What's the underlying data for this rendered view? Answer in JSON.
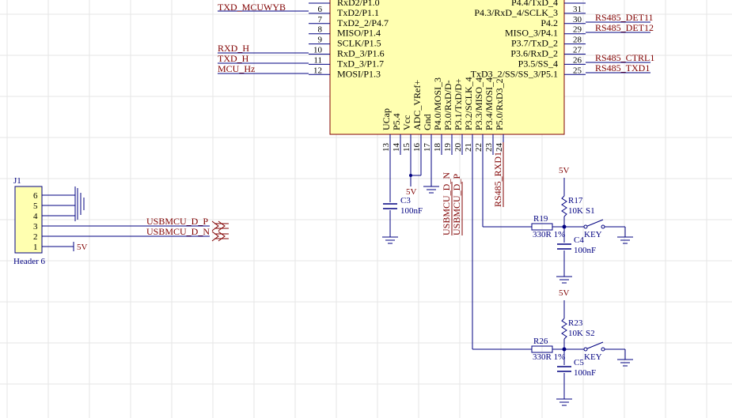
{
  "colors": {
    "background": "#ffffff",
    "grid": "#e6e6e6",
    "wire": "#000080",
    "net_label": "#800000",
    "pin_text": "#000000",
    "chip_fill": "#ffffb0",
    "chip_border": "#800000",
    "component": "#000080",
    "component_label": "#000080"
  },
  "chip": {
    "left_pins": [
      {
        "num": "",
        "name": "RxD2/P1.0"
      },
      {
        "num": "6",
        "name": "TxD2/P1.1"
      },
      {
        "num": "7",
        "name": "TxD2_2/P4.7"
      },
      {
        "num": "8",
        "name": "MISO/P1.4"
      },
      {
        "num": "9",
        "name": "SCLK/P1.5"
      },
      {
        "num": "10",
        "name": "RxD_3/P1.6"
      },
      {
        "num": "11",
        "name": "TxD_3/P1.7"
      },
      {
        "num": "12",
        "name": "MOSI/P1.3"
      }
    ],
    "right_pins": [
      {
        "num": "",
        "name": "P4.4/TxD_4"
      },
      {
        "num": "31",
        "name": "P4.3/RxD_4/SCLK_3"
      },
      {
        "num": "30",
        "name": "P4.2"
      },
      {
        "num": "29",
        "name": "MISO_3/P4.1"
      },
      {
        "num": "28",
        "name": "P3.7/TxD_2"
      },
      {
        "num": "27",
        "name": "P3.6/RxD_2"
      },
      {
        "num": "26",
        "name": "P3.5/SS_4"
      },
      {
        "num": "25",
        "name": "TxD3_2/SS/SS_3/P5.1"
      }
    ],
    "bottom_pins": [
      {
        "num": "13",
        "name": "UCap"
      },
      {
        "num": "14",
        "name": "P5.4"
      },
      {
        "num": "15",
        "name": "Vcc"
      },
      {
        "num": "16",
        "name": "ADC_VRef+"
      },
      {
        "num": "17",
        "name": "Gnd"
      },
      {
        "num": "18",
        "name": "P4.0/MOSI_3"
      },
      {
        "num": "19",
        "name": "P3.0/RxD/D-"
      },
      {
        "num": "20",
        "name": "P3.1/TxD/D+"
      },
      {
        "num": "21",
        "name": "P3.2/SCLK_4"
      },
      {
        "num": "22",
        "name": "P3.3/MISO_4"
      },
      {
        "num": "23",
        "name": "P3.4/MOSI_4"
      },
      {
        "num": "24",
        "name": "P5.0/RxD3_2"
      }
    ]
  },
  "net_labels": {
    "txd_mcuwyb": "TXD_MCUWYB",
    "rxd_h": "RXD_H",
    "txd_h": "TXD_H",
    "mcu_hz": "MCU_Hz",
    "rs485_det11": "RS485_DET11",
    "rs485_det12": "RS485_DET12",
    "rs485_ctrl1": "RS485_CTRL1",
    "rs485_txd1": "RS485_TXD1",
    "rs485_rxd1": "RS485_RXD1",
    "usbmcu_d_n_vert": "USBMCU_D_N",
    "usbmcu_d_p_vert": "USBMCU_D_P",
    "usbmcu_d_p": "USBMCU_D_P",
    "usbmcu_d_n": "USBMCU_D_N"
  },
  "power": {
    "v5_cap": "5V",
    "v5_r17": "5V",
    "v5_r23": "5V",
    "v5_header": "5V"
  },
  "header": {
    "designator": "J1",
    "name": "Header 6",
    "pins": [
      "6",
      "5",
      "4",
      "3",
      "2",
      "1"
    ]
  },
  "components": {
    "c3": {
      "ref": "C3",
      "value": "100nF"
    },
    "c4": {
      "ref": "C4",
      "value": "100nF"
    },
    "c5": {
      "ref": "C5",
      "value": "100nF"
    },
    "r17": {
      "ref": "R17",
      "value": "10K"
    },
    "r23": {
      "ref": "R23",
      "value": "10K"
    },
    "r19": {
      "ref": "R19",
      "value": "330R 1%"
    },
    "r26": {
      "ref": "R26",
      "value": "330R 1%"
    },
    "s1": {
      "ref": "S1",
      "value": "KEY"
    },
    "s2": {
      "ref": "S2",
      "value": "KEY"
    }
  }
}
